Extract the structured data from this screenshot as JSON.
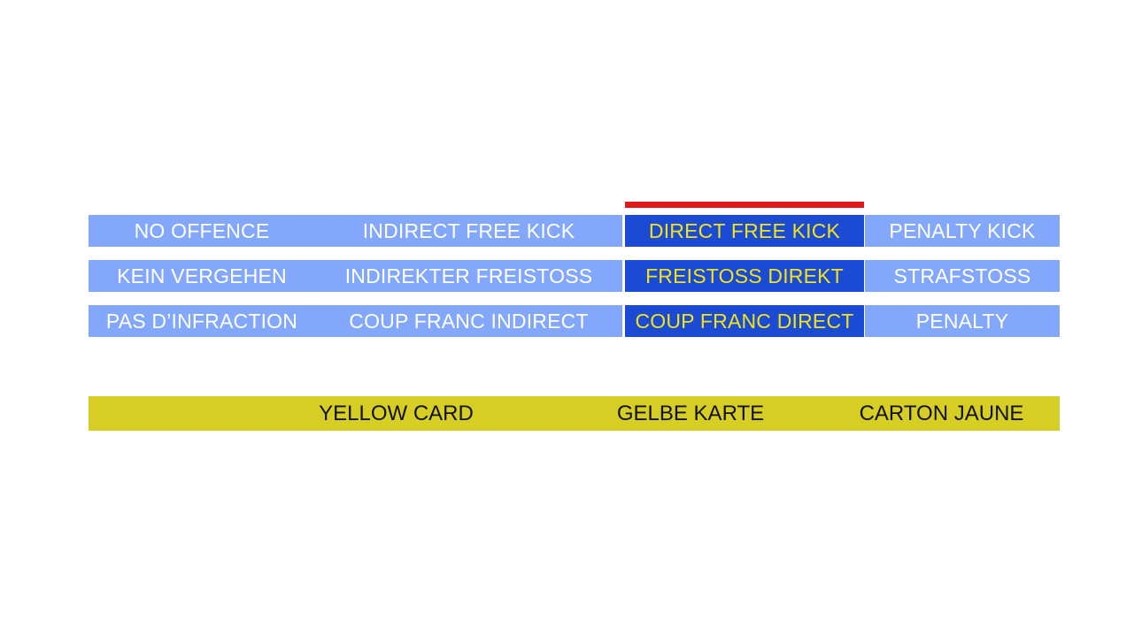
{
  "slide": {
    "background_color": "#ffffff",
    "colors": {
      "light_blue": "#83a8fb",
      "dark_blue": "#1b4bd4",
      "highlight_text": "#f2e318",
      "red_marker": "#e01a1a",
      "yellow_card": "#d6ce25",
      "white_text": "#ffffff",
      "black_text": "#111111"
    }
  },
  "decision_table": {
    "marker": {
      "name": "red-marker",
      "over_column": 3
    },
    "rows": [
      {
        "language": "english",
        "cells": [
          {
            "label": "NO OFFENCE",
            "highlighted": false
          },
          {
            "label": "INDIRECT FREE KICK",
            "highlighted": false
          },
          {
            "label": "DIRECT FREE KICK",
            "highlighted": true
          },
          {
            "label": "PENALTY KICK",
            "highlighted": false
          }
        ]
      },
      {
        "language": "german",
        "cells": [
          {
            "label": "KEIN VERGEHEN",
            "highlighted": false
          },
          {
            "label": "INDIREKTER FREISTOSS",
            "highlighted": false
          },
          {
            "label": "FREISTOSS DIREKT",
            "highlighted": true
          },
          {
            "label": "STRAFSTOSS",
            "highlighted": false
          }
        ]
      },
      {
        "language": "french",
        "cells": [
          {
            "label": "PAS D’INFRACTION",
            "highlighted": false
          },
          {
            "label": "COUP FRANC INDIRECT",
            "highlighted": false
          },
          {
            "label": "COUP FRANC DIRECT",
            "highlighted": true
          },
          {
            "label": "PENALTY",
            "highlighted": false
          }
        ]
      }
    ]
  },
  "card_bar": {
    "labels": [
      {
        "language": "english",
        "label": "YELLOW CARD"
      },
      {
        "language": "german",
        "label": "GELBE KARTE"
      },
      {
        "language": "french",
        "label": "CARTON JAUNE"
      }
    ]
  }
}
